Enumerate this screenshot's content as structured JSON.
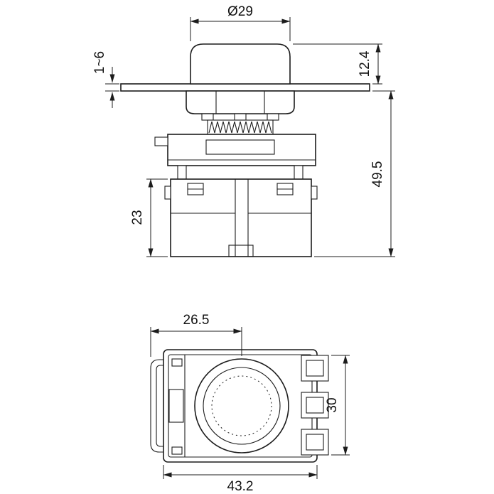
{
  "page": {
    "background": "#ffffff",
    "line_color": "#1c1c1c"
  },
  "drawing": {
    "dimensions": {
      "cap_diameter": "Ø29",
      "panel_thickness_range": "1~6",
      "height_above_panel": "12.4",
      "depth_below_panel": "49.5",
      "contact_block_height": "23",
      "latch_to_center_width": "26.5",
      "terminal_stack_height": "30",
      "overall_body_width": "43.2"
    }
  }
}
